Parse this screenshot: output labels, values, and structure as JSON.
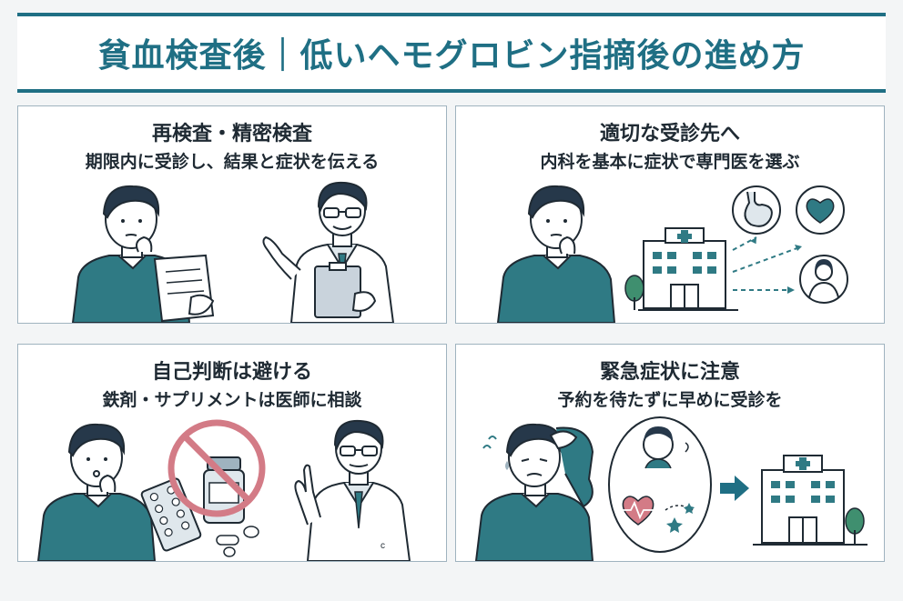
{
  "header": {
    "title": "貧血検査後｜低いヘモグロビン指摘後の進め方"
  },
  "panels": [
    {
      "title": "再検査・精密検査",
      "subtitle": "期限内に受診し、結果と症状を伝える"
    },
    {
      "title": "適切な受診先へ",
      "subtitle": "内科を基本に症状で専門医を選ぶ"
    },
    {
      "title": "自己判断は避ける",
      "subtitle": "鉄剤・サプリメントは医師に相談"
    },
    {
      "title": "緊急症状に注意",
      "subtitle": "予約を待たずに早めに受診を"
    }
  ],
  "colors": {
    "accent": "#1f6f84",
    "sweater": "#2f7a84",
    "hair": "#26384a",
    "prohibit": "#d37b86"
  },
  "icons": [
    "hospital-icon",
    "stomach-icon",
    "heart-icon",
    "doctor-avatar-icon",
    "prohibited-icon",
    "pill-bottle-icon",
    "blister-pack-icon",
    "arrow-right-icon",
    "heartbeat-icon",
    "dizzy-stars-icon",
    "tree-icon"
  ]
}
